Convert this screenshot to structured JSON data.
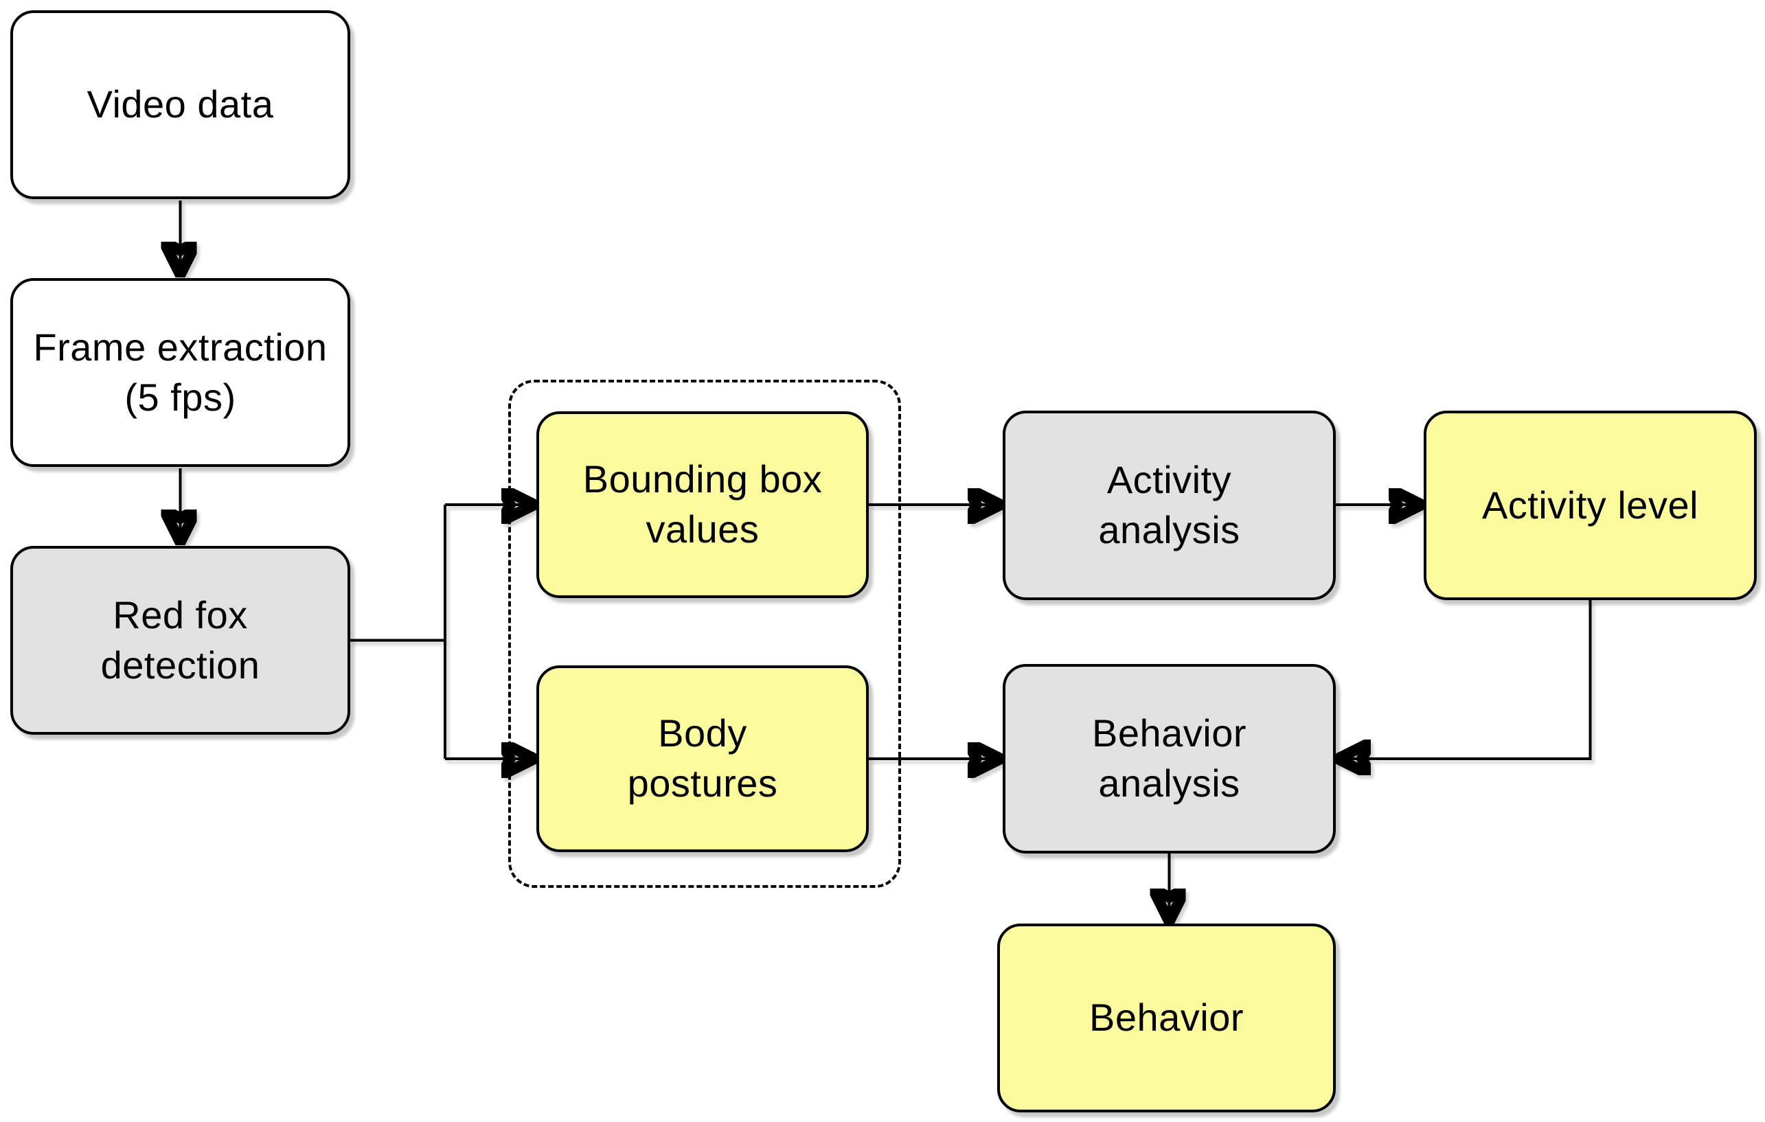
{
  "diagram": {
    "type": "flowchart",
    "background": "#ffffff",
    "palette": {
      "plain_fill": "#ffffff",
      "process_fill": "#e1e1e1",
      "result_fill": "#fbfb9e",
      "stroke": "#000000"
    },
    "nodes": {
      "video_data": {
        "label": "Video data",
        "fill": "#ffffff"
      },
      "frame_extraction": {
        "label": "Frame extraction\n(5 fps)",
        "fill": "#ffffff"
      },
      "red_fox_detection": {
        "label": "Red fox\ndetection",
        "fill": "#e1e1e1"
      },
      "bounding_box_values": {
        "label": "Bounding box\nvalues",
        "fill": "#fbfb9e"
      },
      "body_postures": {
        "label": "Body\npostures",
        "fill": "#fbfb9e"
      },
      "activity_analysis": {
        "label": "Activity\nanalysis",
        "fill": "#e1e1e1"
      },
      "activity_level": {
        "label": "Activity level",
        "fill": "#fbfb9e"
      },
      "behavior_analysis": {
        "label": "Behavior\nanalysis",
        "fill": "#e1e1e1"
      },
      "behavior": {
        "label": "Behavior",
        "fill": "#fbfb9e"
      }
    },
    "groups": [
      {
        "id": "feature_group",
        "style": "dashed-rounded-rectangle",
        "contains": [
          "bounding_box_values",
          "body_postures"
        ]
      }
    ],
    "edges": [
      {
        "from": "video_data",
        "to": "frame_extraction",
        "arrow": true
      },
      {
        "from": "frame_extraction",
        "to": "red_fox_detection",
        "arrow": true
      },
      {
        "from": "red_fox_detection",
        "to": "bounding_box_values",
        "arrow": true
      },
      {
        "from": "red_fox_detection",
        "to": "body_postures",
        "arrow": true
      },
      {
        "from": "bounding_box_values",
        "to": "activity_analysis",
        "arrow": true
      },
      {
        "from": "activity_analysis",
        "to": "activity_level",
        "arrow": true
      },
      {
        "from": "body_postures",
        "to": "behavior_analysis",
        "arrow": true
      },
      {
        "from": "activity_level",
        "to": "behavior_analysis",
        "arrow": true
      },
      {
        "from": "behavior_analysis",
        "to": "behavior",
        "arrow": true
      }
    ]
  }
}
